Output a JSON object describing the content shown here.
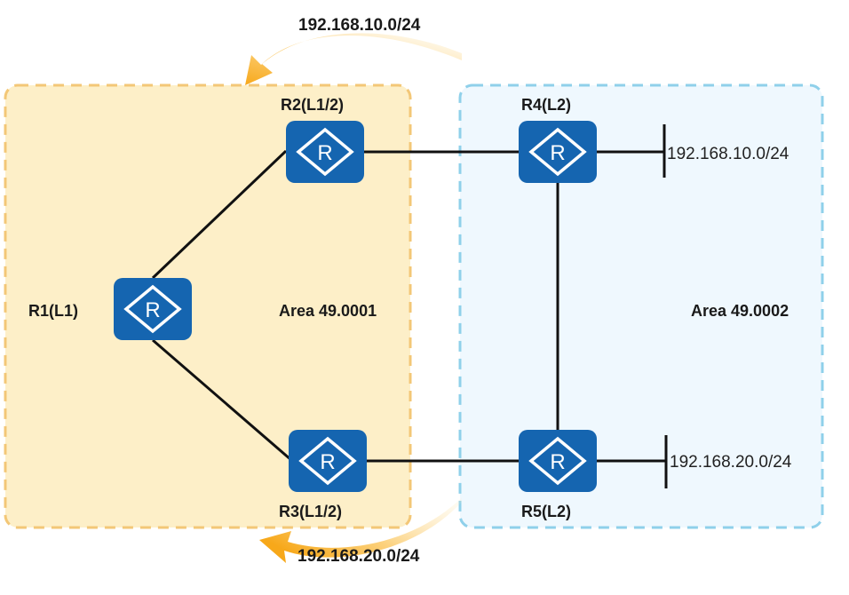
{
  "colors": {
    "area1_fill": "#fdefc8",
    "area1_border": "#f3c777",
    "area2_fill": "#eff8fe",
    "area2_border": "#8fd0ea",
    "router_fill": "#1565b0",
    "arrow": "#f7ad1a",
    "link": "#111111"
  },
  "areas": [
    {
      "id": "area1",
      "label": "Area 49.0001"
    },
    {
      "id": "area2",
      "label": "Area 49.0002"
    }
  ],
  "routers": [
    {
      "id": "R1",
      "label": "R1(L1)",
      "glyph": "R"
    },
    {
      "id": "R2",
      "label": "R2(L1/2)",
      "glyph": "R"
    },
    {
      "id": "R3",
      "label": "R3(L1/2)",
      "glyph": "R"
    },
    {
      "id": "R4",
      "label": "R4(L2)",
      "glyph": "R"
    },
    {
      "id": "R5",
      "label": "R5(L2)",
      "glyph": "R"
    }
  ],
  "links": [
    {
      "from": "R1",
      "to": "R2"
    },
    {
      "from": "R1",
      "to": "R3"
    },
    {
      "from": "R2",
      "to": "R4"
    },
    {
      "from": "R3",
      "to": "R5"
    },
    {
      "from": "R4",
      "to": "R5"
    }
  ],
  "networks": [
    {
      "attached_to": "R4",
      "label": "192.168.10.0/24"
    },
    {
      "attached_to": "R5",
      "label": "192.168.20.0/24"
    }
  ],
  "route_arrows": [
    {
      "label": "192.168.10.0/24",
      "target": "R2"
    },
    {
      "label": "192.168.20.0/24",
      "target": "R3"
    }
  ]
}
